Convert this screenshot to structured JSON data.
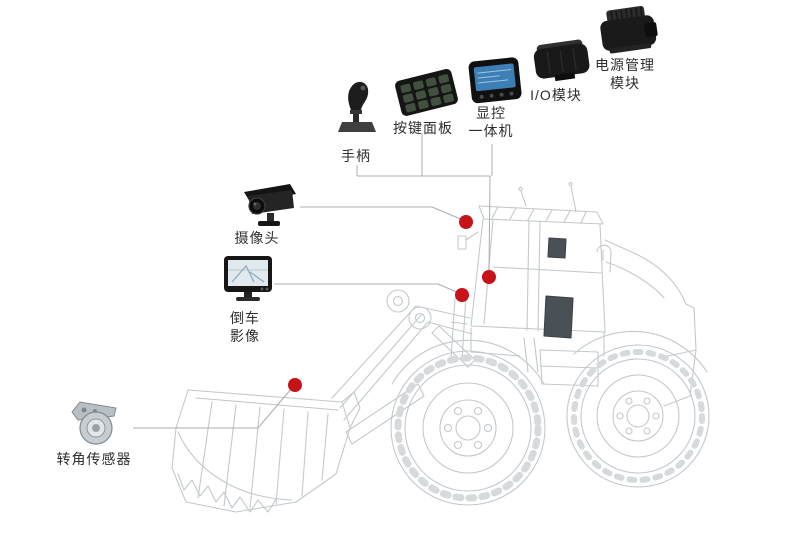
{
  "diagram": {
    "type": "component-callout-diagram",
    "subject": "wheel-loader-sketch",
    "accent_color": "#c8121a",
    "components": [
      {
        "id": "joystick",
        "label": "手柄",
        "icon": "joystick-icon"
      },
      {
        "id": "keypad",
        "label": "按键面板",
        "icon": "keypad-icon"
      },
      {
        "id": "display_unit",
        "label": "显控\n一体机",
        "icon": "display-icon"
      },
      {
        "id": "io_module",
        "label": "I/O模块",
        "icon": "io-module-icon"
      },
      {
        "id": "power_module",
        "label": "电源管理\n模块",
        "icon": "power-module-icon"
      },
      {
        "id": "camera",
        "label": "摄像头",
        "icon": "camera-icon"
      },
      {
        "id": "reverse_monitor",
        "label": "倒车\n影像",
        "icon": "reverse-monitor-icon"
      },
      {
        "id": "angle_sensor",
        "label": "转角传感器",
        "icon": "angle-sensor-icon"
      }
    ]
  }
}
